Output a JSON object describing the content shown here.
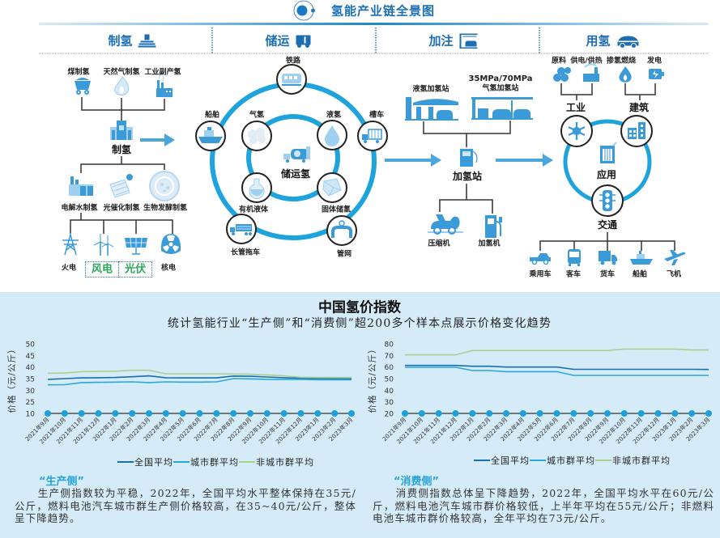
{
  "header": {
    "title": "氢能产业链全景图",
    "logo_icon": "logo-orbit-icon"
  },
  "sections": [
    {
      "label": "制氢",
      "icon": "hydrogen-production-icon"
    },
    {
      "label": "储运",
      "icon": "storage-truck-icon"
    },
    {
      "label": "加注",
      "icon": "fuel-station-icon"
    },
    {
      "label": "用氢",
      "icon": "car-icon"
    }
  ],
  "production": {
    "sources": [
      {
        "label": "煤制氢",
        "icon": "coal-cart-icon"
      },
      {
        "label": "天然气制氢",
        "icon": "flame-icon"
      },
      {
        "label": "工业副产氢",
        "icon": "factory-icon"
      }
    ],
    "hub": {
      "label": "制氢",
      "icon": "hydrogen-plant-icon"
    },
    "methods": [
      {
        "label": "电解水制氢",
        "icon": "electrolysis-plant-icon"
      },
      {
        "label": "光催化制氢",
        "icon": "photocatalysis-panel-icon"
      },
      {
        "label": "生物发酵制氢",
        "icon": "biofermentation-icon"
      }
    ],
    "power_sources": [
      {
        "label": "火电",
        "icon": "power-pylon-icon",
        "highlight": false
      },
      {
        "label": "风电",
        "icon": "wind-turbine-icon",
        "highlight": true
      },
      {
        "label": "光伏",
        "icon": "solar-panel-icon",
        "highlight": true
      },
      {
        "label": "核电",
        "icon": "nuclear-icon",
        "highlight": false
      }
    ],
    "highlight_color": "#2fa65a"
  },
  "storage": {
    "center": {
      "label": "储运氢",
      "icon": "tank-truck-icon"
    },
    "outer": [
      {
        "label": "铁路",
        "icon": "train-icon"
      },
      {
        "label": "船舶",
        "icon": "ship-icon"
      },
      {
        "label": "槽车",
        "icon": "tanker-truck-icon"
      },
      {
        "label": "长管拖车",
        "icon": "tube-trailer-icon"
      },
      {
        "label": "管网",
        "icon": "pipeline-icon"
      }
    ],
    "inner": [
      {
        "label": "气氢",
        "icon": "gas-cloud-icon"
      },
      {
        "label": "液氢",
        "icon": "liquid-drop-icon"
      },
      {
        "label": "有机液体",
        "icon": "flask-icon"
      },
      {
        "label": "固体储氢",
        "icon": "solid-storage-icon"
      }
    ],
    "ring_color": "#1fa3dc"
  },
  "refueling": {
    "stations": [
      {
        "label": "液氢加氢站",
        "icon": "liquid-hydrogen-station-icon"
      },
      {
        "pressure": "35MPa/70MPa",
        "label": "气氢加氢站",
        "icon": "gas-hydrogen-station-icon"
      }
    ],
    "hub": {
      "label": "加氢站",
      "icon": "hydrogen-pump-icon"
    },
    "equipment": [
      {
        "label": "压缩机",
        "icon": "compressor-icon"
      },
      {
        "label": "加氢机",
        "icon": "dispenser-icon"
      }
    ]
  },
  "application": {
    "uses": [
      {
        "label": "原料",
        "icon": "raw-material-icon"
      },
      {
        "label": "供电/供热",
        "icon": "power-heat-plant-icon"
      },
      {
        "label": "掺氢燃烧",
        "icon": "combustion-icon"
      },
      {
        "label": "发电",
        "icon": "power-generation-icon"
      }
    ],
    "groups": [
      {
        "label": "工业",
        "icon": "snowflake-icon"
      },
      {
        "label": "建筑",
        "icon": "building-icon"
      }
    ],
    "center": {
      "label": "应用",
      "icon": "application-icon"
    },
    "transport": {
      "label": "交通",
      "icon": "traffic-light-icon"
    },
    "vehicles": [
      {
        "label": "乘用车",
        "icon": "pickup-truck-icon"
      },
      {
        "label": "客车",
        "icon": "bus-icon"
      },
      {
        "label": "货车",
        "icon": "cargo-truck-icon"
      },
      {
        "label": "船舶",
        "icon": "boat-icon"
      },
      {
        "label": "飞机",
        "icon": "airplane-icon"
      }
    ]
  },
  "price_index": {
    "title": "中国氢价指数",
    "subtitle": "统计氢能行业“生产侧”和“消费侧”超200多个样本点展示价格变化趋势",
    "background": "#d5ebf8"
  },
  "chart_data": [
    {
      "type": "line",
      "title": "",
      "xlabel": "",
      "ylabel": "价格（元/公斤）",
      "categories": [
        "2021年9月",
        "2021年10月",
        "2021年11月",
        "2021年12月",
        "2022年1月",
        "2022年2月",
        "2022年3月",
        "2022年4月",
        "2022年5月",
        "2022年6月",
        "2022年7月",
        "2022年8月",
        "2022年9月",
        "2022年10月",
        "2022年11月",
        "2022年12月",
        "2023年1月",
        "2023年2月",
        "2023年3月"
      ],
      "yticks": [
        10,
        25,
        30,
        35,
        40,
        45,
        50
      ],
      "ylim": [
        10,
        50
      ],
      "axis_break": true,
      "grid": false,
      "legend_position": "bottom",
      "marker_color": "#1ea0dc",
      "series": [
        {
          "name": "全国平均",
          "color": "#1a6fae",
          "values": [
            34.7,
            35.0,
            35.3,
            35.4,
            35.5,
            35.8,
            36.2,
            35.4,
            35.3,
            35.3,
            35.3,
            36.1,
            36.0,
            35.7,
            35.4,
            35.2,
            35.1,
            35.0,
            34.9
          ]
        },
        {
          "name": "城市群平均",
          "color": "#29a8e0",
          "values": [
            32.3,
            32.4,
            33.3,
            33.4,
            33.5,
            33.6,
            33.3,
            33.6,
            33.5,
            33.5,
            33.6,
            35.0,
            34.9,
            34.7,
            34.6,
            34.6,
            34.5,
            34.5,
            34.5
          ]
        },
        {
          "name": "非城市群平均",
          "color": "#a9d18e",
          "values": [
            37.3,
            37.4,
            38.0,
            38.1,
            38.2,
            38.6,
            38.6,
            37.1,
            37.1,
            37.1,
            37.1,
            37.0,
            36.9,
            36.6,
            36.2,
            35.6,
            35.5,
            35.5,
            35.5
          ]
        }
      ]
    },
    {
      "type": "line",
      "title": "",
      "xlabel": "",
      "ylabel": "价格（元/公斤）",
      "categories": [
        "2021年9月",
        "2021年10月",
        "2021年11月",
        "2021年12月",
        "2022年1月",
        "2022年2月",
        "2022年3月",
        "2022年4月",
        "2022年5月",
        "2022年6月",
        "2022年7月",
        "2022年8月",
        "2022年9月",
        "2022年10月",
        "2022年11月",
        "2022年12月",
        "2023年1月",
        "2023年2月",
        "2023年3月"
      ],
      "yticks": [
        20,
        30,
        40,
        50,
        60,
        70,
        80
      ],
      "ylim": [
        20,
        80
      ],
      "axis_break": false,
      "grid": false,
      "legend_position": "bottom",
      "marker_color": "#1ea0dc",
      "series": [
        {
          "name": "全国平均",
          "color": "#1a6fae",
          "values": [
            61.4,
            61.4,
            61.4,
            61.4,
            60.7,
            60.7,
            60.0,
            60.0,
            60.0,
            60.0,
            58.0,
            58.0,
            58.0,
            58.0,
            58.0,
            58.0,
            58.0,
            58.0,
            57.9
          ]
        },
        {
          "name": "城市群平均",
          "color": "#29a8e0",
          "values": [
            59.8,
            59.8,
            59.8,
            59.8,
            57.0,
            57.0,
            56.0,
            56.0,
            56.0,
            56.0,
            52.8,
            52.8,
            52.8,
            52.8,
            52.8,
            52.8,
            52.8,
            52.8,
            52.8
          ]
        },
        {
          "name": "非城市群平均",
          "color": "#a9d18e",
          "values": [
            70.5,
            70.5,
            70.5,
            70.5,
            74.2,
            74.2,
            74.2,
            74.2,
            74.2,
            74.2,
            74.2,
            74.2,
            74.2,
            75.5,
            75.5,
            75.5,
            75.5,
            74.7,
            74.7
          ]
        }
      ]
    }
  ],
  "notes": [
    {
      "heading": "“生产侧”",
      "body": "生产侧指数较为平稳，2022年，全国平均水平整体保持在35元/公斤，燃料电池汽车城市群生产侧价格较高，在35~40元/公斤，整体呈下降趋势。"
    },
    {
      "heading": "“消费侧”",
      "body": "消费侧指数总体呈下降趋势，2022年，全国平均水平在60元/公斤，燃料电池汽车城市群价格较低，上半年平均在55元/公斤；非燃料电池车城市群价格较高，全年平均在73元/公斤。"
    }
  ]
}
